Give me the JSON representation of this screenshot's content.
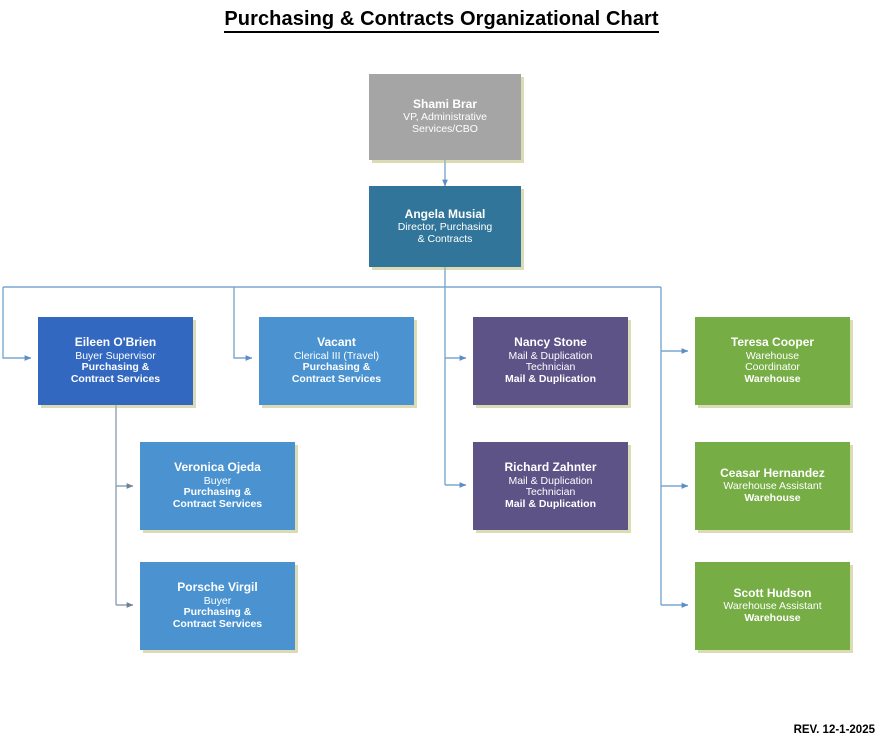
{
  "page": {
    "title": "Purchasing & Contracts Organizational Chart",
    "revision": "REV. 12-1-2025"
  },
  "colors": {
    "gray": "#a5a5a5",
    "teal": "#31769a",
    "dark_blue": "#3268c0",
    "light_blue": "#4a93d0",
    "purple": "#5e5387",
    "green": "#76ad45",
    "connector": "#7ba7d0",
    "connector_gray": "#8fa3b5",
    "shadow": "#c8c878"
  },
  "nodes": {
    "vp": {
      "name": "Shami Brar",
      "line1": "VP, Administrative",
      "line2": "Services/CBO",
      "line3": "",
      "color": "gray"
    },
    "director": {
      "name": "Angela Musial",
      "line1": "Director, Purchasing",
      "line2": "& Contracts",
      "line3": "",
      "color": "teal"
    },
    "buyer_supervisor": {
      "name": "Eileen O'Brien",
      "line1": "Buyer Supervisor",
      "line2": "Purchasing &",
      "line3": "Contract Services",
      "color": "dark_blue"
    },
    "clerical": {
      "name": "Vacant",
      "line1": "Clerical III (Travel)",
      "line2": "Purchasing &",
      "line3": "Contract Services",
      "color": "light_blue"
    },
    "mail_tech_1": {
      "name": "Nancy Stone",
      "line1": "Mail & Duplication",
      "line2": "Technician",
      "line3": "Mail & Duplication",
      "color": "purple"
    },
    "warehouse_coordinator": {
      "name": "Teresa Cooper",
      "line1": "Warehouse",
      "line2": "Coordinator",
      "line3": "Warehouse",
      "color": "green"
    },
    "buyer_1": {
      "name": "Veronica Ojeda",
      "line1": "Buyer",
      "line2": "Purchasing &",
      "line3": "Contract Services",
      "color": "light_blue"
    },
    "mail_tech_2": {
      "name": "Richard Zahnter",
      "line1": "Mail & Duplication",
      "line2": "Technician",
      "line3": "Mail & Duplication",
      "color": "purple"
    },
    "warehouse_assistant_1": {
      "name": "Ceasar Hernandez",
      "line1": "Warehouse Assistant",
      "line2": "Warehouse",
      "line3": "",
      "color": "green"
    },
    "buyer_2": {
      "name": "Porsche Virgil",
      "line1": "Buyer",
      "line2": "Purchasing &",
      "line3": "Contract Services",
      "color": "light_blue"
    },
    "warehouse_assistant_2": {
      "name": "Scott Hudson",
      "line1": "Warehouse Assistant",
      "line2": "Warehouse",
      "line3": "",
      "color": "green"
    }
  },
  "chart_data": {
    "type": "diagram",
    "diagram_kind": "organizational-chart",
    "title": "Purchasing & Contracts Organizational Chart",
    "hierarchy": [
      {
        "id": "vp",
        "name": "Shami Brar",
        "title": "VP, Administrative Services/CBO",
        "department": "",
        "level": 0,
        "reports_to": null
      },
      {
        "id": "director",
        "name": "Angela Musial",
        "title": "Director, Purchasing & Contracts",
        "department": "",
        "level": 1,
        "reports_to": "vp"
      },
      {
        "id": "buyer_supervisor",
        "name": "Eileen O'Brien",
        "title": "Buyer Supervisor",
        "department": "Purchasing & Contract Services",
        "level": 2,
        "reports_to": "director"
      },
      {
        "id": "clerical",
        "name": "Vacant",
        "title": "Clerical III (Travel)",
        "department": "Purchasing & Contract Services",
        "level": 2,
        "reports_to": "director"
      },
      {
        "id": "mail_tech_1",
        "name": "Nancy Stone",
        "title": "Mail & Duplication Technician",
        "department": "Mail & Duplication",
        "level": 2,
        "reports_to": "director"
      },
      {
        "id": "warehouse_coordinator",
        "name": "Teresa Cooper",
        "title": "Warehouse Coordinator",
        "department": "Warehouse",
        "level": 2,
        "reports_to": "director"
      },
      {
        "id": "buyer_1",
        "name": "Veronica Ojeda",
        "title": "Buyer",
        "department": "Purchasing & Contract Services",
        "level": 3,
        "reports_to": "buyer_supervisor"
      },
      {
        "id": "buyer_2",
        "name": "Porsche Virgil",
        "title": "Buyer",
        "department": "Purchasing & Contract Services",
        "level": 3,
        "reports_to": "buyer_supervisor"
      },
      {
        "id": "mail_tech_2",
        "name": "Richard Zahnter",
        "title": "Mail & Duplication Technician",
        "department": "Mail & Duplication",
        "level": 2,
        "reports_to": "director"
      },
      {
        "id": "warehouse_assistant_1",
        "name": "Ceasar Hernandez",
        "title": "Warehouse Assistant",
        "department": "Warehouse",
        "level": 2,
        "reports_to": "director"
      },
      {
        "id": "warehouse_assistant_2",
        "name": "Scott Hudson",
        "title": "Warehouse Assistant",
        "department": "Warehouse",
        "level": 2,
        "reports_to": "director"
      }
    ],
    "node_count": 11,
    "annotations": [
      "REV. 12-1-2025"
    ]
  }
}
